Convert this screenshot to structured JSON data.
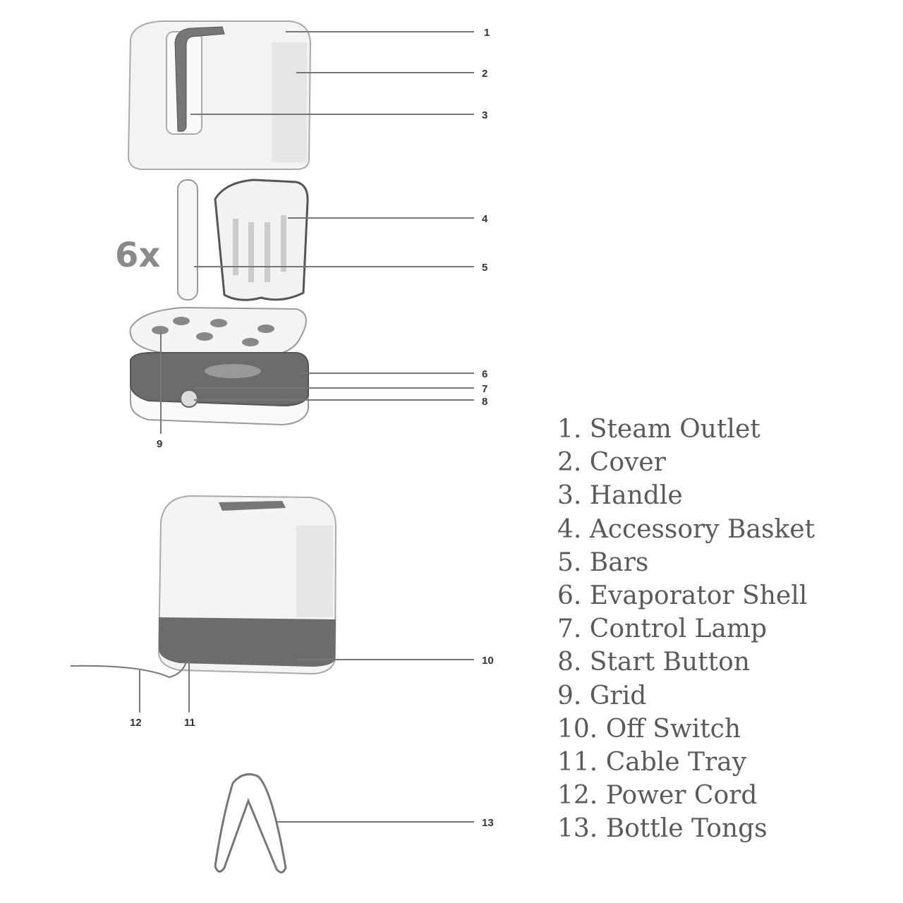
{
  "diagram": {
    "multiplier_label": "6x",
    "callouts": [
      "1",
      "2",
      "3",
      "4",
      "5",
      "6",
      "7",
      "8",
      "9",
      "10",
      "11",
      "12",
      "13"
    ]
  },
  "legend": [
    "1. Steam Outlet",
    "2. Cover",
    "3. Handle",
    "4. Accessory Basket",
    "5. Bars",
    "6. Evaporator Shell",
    "7. Control Lamp",
    "8. Start Button",
    "9. Grid",
    "10. Off Switch",
    "11. Cable Tray",
    "12. Power Cord",
    "13. Bottle Tongs"
  ]
}
